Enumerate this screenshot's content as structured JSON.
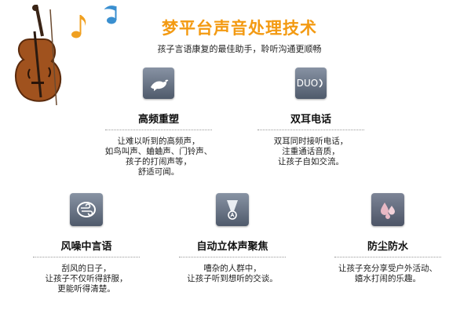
{
  "header": {
    "title": "梦平台声音处理技术",
    "subtitle": "孩子言语康复的最佳助手，聆听沟通更顺畅"
  },
  "colors": {
    "title": "#f39a12",
    "icon_tile": "#5e6878",
    "note_orange": "#f0a020",
    "note_blue": "#3a8fd0"
  },
  "features": [
    {
      "icon": "bird-icon",
      "title": "高频重塑",
      "desc": [
        "让难以听到的高频声，",
        "如鸟叫声、蛐蛐声、门铃声、",
        "孩子的打闹声等，",
        "舒适可闻。"
      ]
    },
    {
      "icon": "duo-phone-icon",
      "icon_text": "DUO",
      "title": "双耳电话",
      "desc": [
        "双耳同时接听电话，",
        "注重通话音质，",
        "让孩子自如交流。"
      ]
    },
    {
      "icon": "wind-icon",
      "title": "风噪中言语",
      "desc": [
        "刮风的日子，",
        "让孩子不仅听得舒服，",
        "更能听得清楚。"
      ]
    },
    {
      "icon": "directional-focus-icon",
      "title": "自动立体声聚焦",
      "desc": [
        "嘈杂的人群中，",
        "让孩子听到想听的交谈。"
      ]
    },
    {
      "icon": "water-drops-icon",
      "title": "防尘防水",
      "desc": [
        "让孩子充分享受户外活动、",
        "嬉水打闹的乐趣。"
      ]
    }
  ]
}
